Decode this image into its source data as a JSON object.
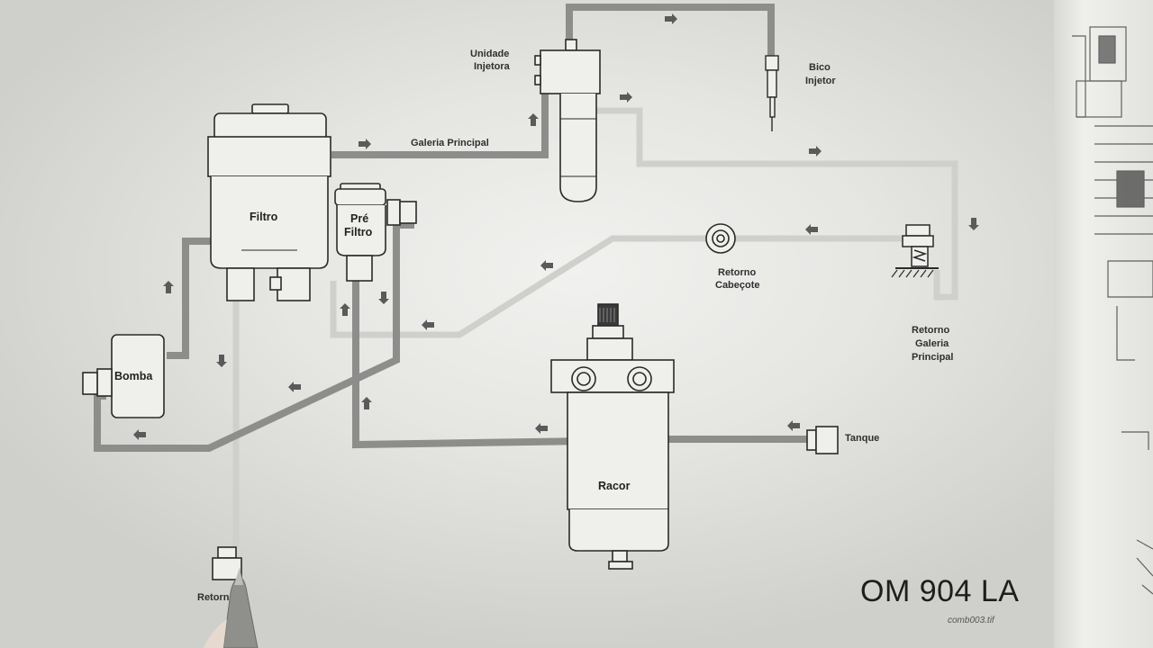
{
  "diagram": {
    "model": "OM 904 LA",
    "file_ref": "comb003.tif",
    "labels": {
      "unidade_injetora_1": "Unidade",
      "unidade_injetora_2": "Injetora",
      "bico_injetor_1": "Bico",
      "bico_injetor_2": "Injetor",
      "galeria_principal": "Galeria Principal",
      "filtro": "Filtro",
      "pre_filtro_1": "Pré",
      "pre_filtro_2": "Filtro",
      "bomba": "Bomba",
      "retorno_cabecote_1": "Retorno",
      "retorno_cabecote_2": "Cabeçote",
      "retorno_galeria_1": "Retorno",
      "retorno_galeria_2": "Galeria",
      "retorno_galeria_3": "Principal",
      "racor": "Racor",
      "tanque": "Tanque",
      "retorno_bottom": "Retorno"
    }
  },
  "colors": {
    "pipe_dark": "#8d8d8b",
    "pipe_light": "#cfcfcc",
    "outline": "#2a2a2a",
    "arrow": "#555555"
  }
}
